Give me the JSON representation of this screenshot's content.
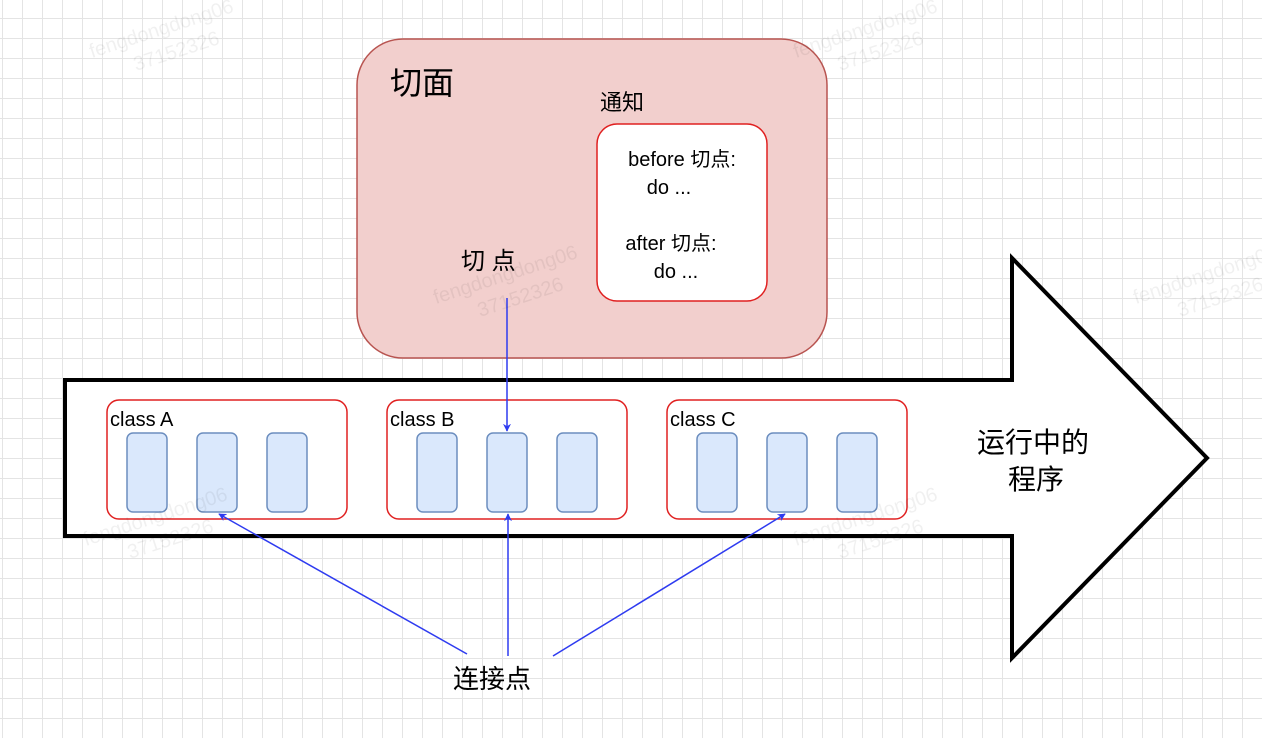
{
  "aspect": {
    "label": "切面"
  },
  "advice": {
    "label": "通知",
    "before_line1": "before 切点:",
    "before_line2": "do ...",
    "after_line1": "after 切点:",
    "after_line2": "do ..."
  },
  "pointcut": {
    "label": "切 点"
  },
  "program": {
    "line1": "运行中的",
    "line2": "程序"
  },
  "classes": [
    {
      "label": "class A"
    },
    {
      "label": "class B"
    },
    {
      "label": "class C"
    }
  ],
  "joinpoint": {
    "label": "连接点"
  },
  "watermark": {
    "line1": "fengdongdong06",
    "line2": "37152326"
  },
  "colors": {
    "aspect_fill": "#f2cfcd",
    "aspect_stroke": "#b85450",
    "red_stroke": "#e02020",
    "method_fill": "#dae8fc",
    "method_stroke": "#6c8ebf",
    "arrow_blue": "#2e3bf0"
  }
}
